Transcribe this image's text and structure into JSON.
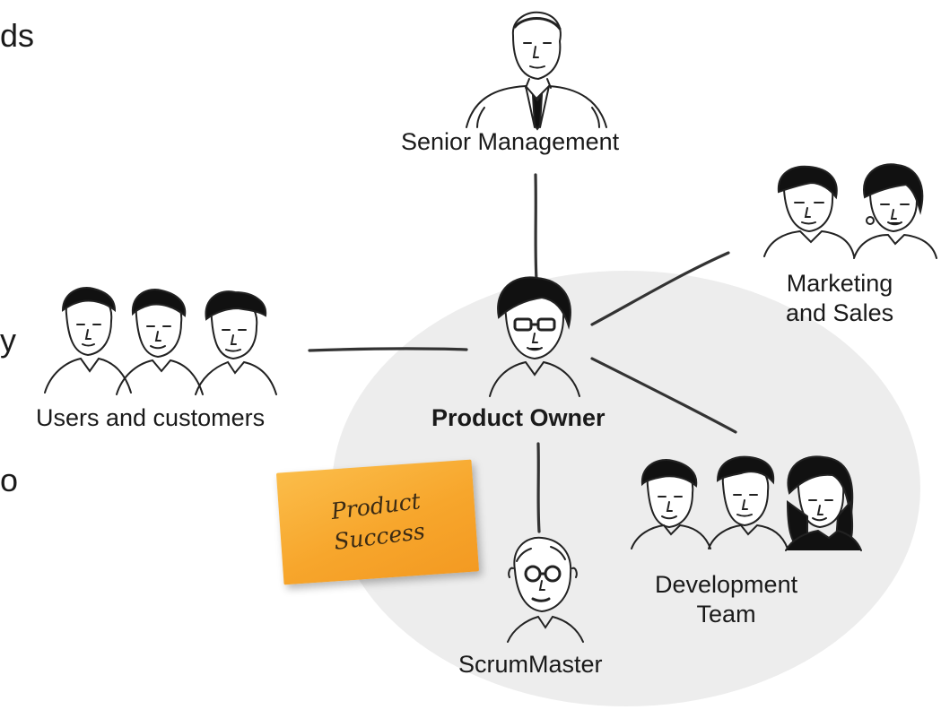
{
  "fragments": {
    "frag_1": "ds",
    "frag_2": "y",
    "frag_3": "o"
  },
  "stakeholders": {
    "senior_management": "Senior Management",
    "marketing_line1": "Marketing",
    "marketing_line2": "and Sales",
    "users": "Users and customers",
    "product_owner": "Product Owner",
    "dev_line1": "Development",
    "dev_line2": "Team",
    "scrum_master": "ScrumMaster"
  },
  "sticky_note": {
    "line1": "Product",
    "line2": "Success",
    "color": "#f7a62c"
  },
  "colors": {
    "circle": "#ededed",
    "connector": "#333333"
  }
}
